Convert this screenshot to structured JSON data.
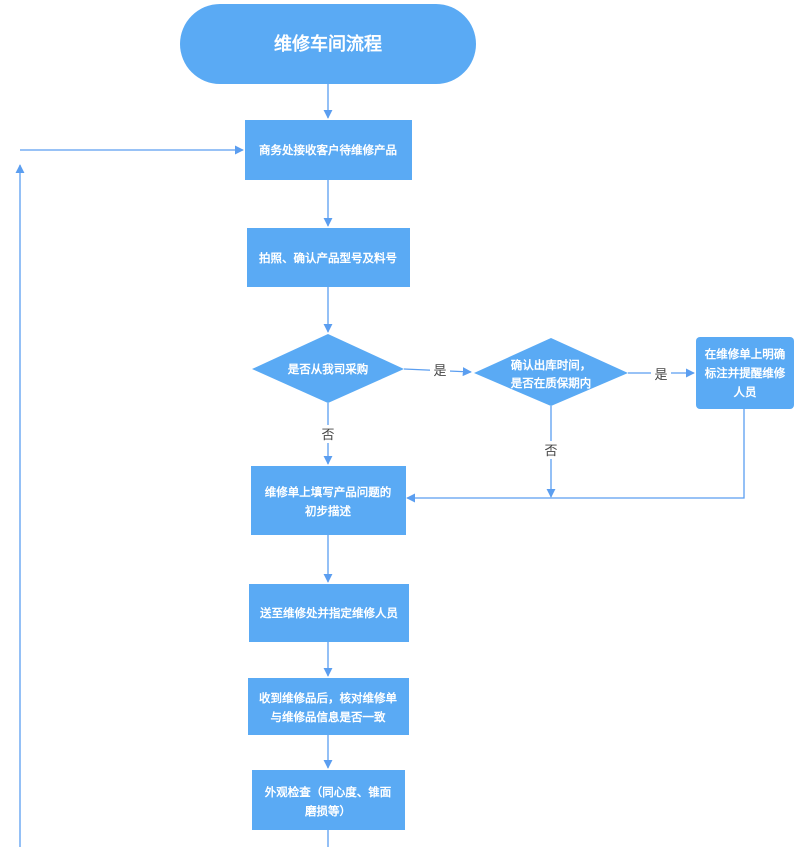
{
  "colors": {
    "node_fill": "#5aaaf4",
    "node_text": "#ffffff",
    "line": "#5b9ef0",
    "label_text": "#444444",
    "background": "#ffffff"
  },
  "nodes": {
    "title": "维修车间流程",
    "receive": "商务处接收客户待维修产品",
    "photo": "拍照、确认产品型号及料号",
    "purchase_q_line1": "是否从我司采购",
    "warranty_q_line1": "确认出库时间，",
    "warranty_q_line2": "是否在质保期内",
    "note_line1": "在维修单上明确",
    "note_line2": "标注并提醒维修",
    "note_line3": "人员",
    "describe_line1": "维修单上填写产品问题的",
    "describe_line2": "初步描述",
    "assign": "送至维修处并指定维修人员",
    "verify_line1": "收到维修品后，核对维修单",
    "verify_line2": "与维修品信息是否一致",
    "inspect_line1": "外观检查（同心度、锥面",
    "inspect_line2": "磨损等）"
  },
  "edge_labels": {
    "purchase_yes": "是",
    "purchase_no": "否",
    "warranty_yes": "是",
    "warranty_no": "否"
  }
}
